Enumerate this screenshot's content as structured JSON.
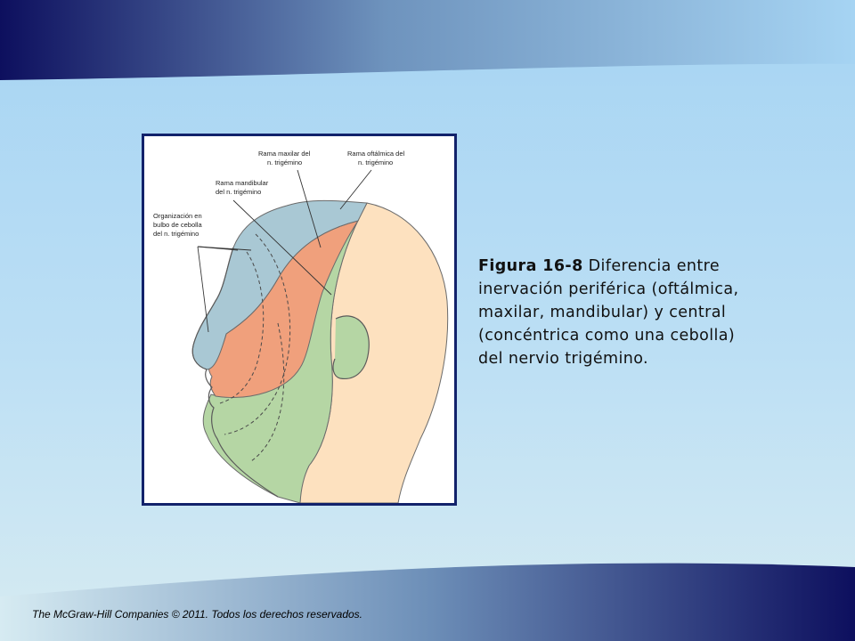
{
  "figure": {
    "labels": {
      "maxillary_line1": "Rama maxilar del",
      "maxillary_line2": "n. trigémino",
      "ophthalmic_line1": "Rama oftálmica del",
      "ophthalmic_line2": "n. trigémino",
      "mandibular_line1": "Rama mandibular",
      "mandibular_line2": "del n. trigémino",
      "onion_line1": "Organización en",
      "onion_line2": "bulbo de cebolla",
      "onion_line3": "del n. trigémino"
    },
    "colors": {
      "ophthalmic_zone": "#a9c8d4",
      "maxillary_zone": "#f0a07c",
      "mandibular_zone": "#b5d6a4",
      "skin": "#fde1bf",
      "frame": "#12226b"
    }
  },
  "caption": {
    "label": "Figura 16-8",
    "text": " Diferencia entre inervación periférica (oftálmica, maxilar, mandibular) y central (concéntrica como una cebolla) del nervio trigémino."
  },
  "footer": {
    "copyright": "The McGraw-Hill Companies © 2011. Todos los derechos reservados."
  },
  "theme": {
    "banner_dark": "#0d0f5e",
    "banner_light": "#a6d4f3"
  }
}
